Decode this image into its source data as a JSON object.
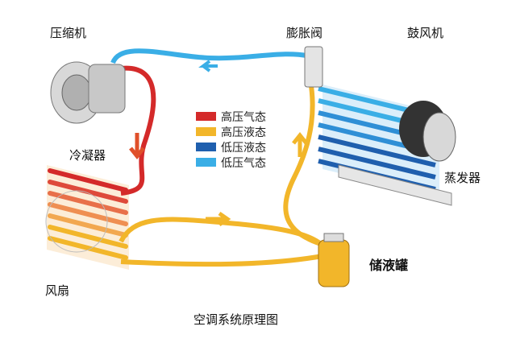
{
  "title": "空调系统原理图",
  "labels": {
    "compressor": "压缩机",
    "expansion_valve": "膨胀阀",
    "blower": "鼓风机",
    "condenser": "冷凝器",
    "evaporator": "蒸发器",
    "receiver": "储液罐",
    "fan": "风扇"
  },
  "legend": [
    {
      "label": "高压气态",
      "color": "#d42a2a"
    },
    {
      "label": "高压液态",
      "color": "#f2b62a"
    },
    {
      "label": "低压液态",
      "color": "#1f5fae"
    },
    {
      "label": "低压气态",
      "color": "#3aaee6"
    }
  ]
}
